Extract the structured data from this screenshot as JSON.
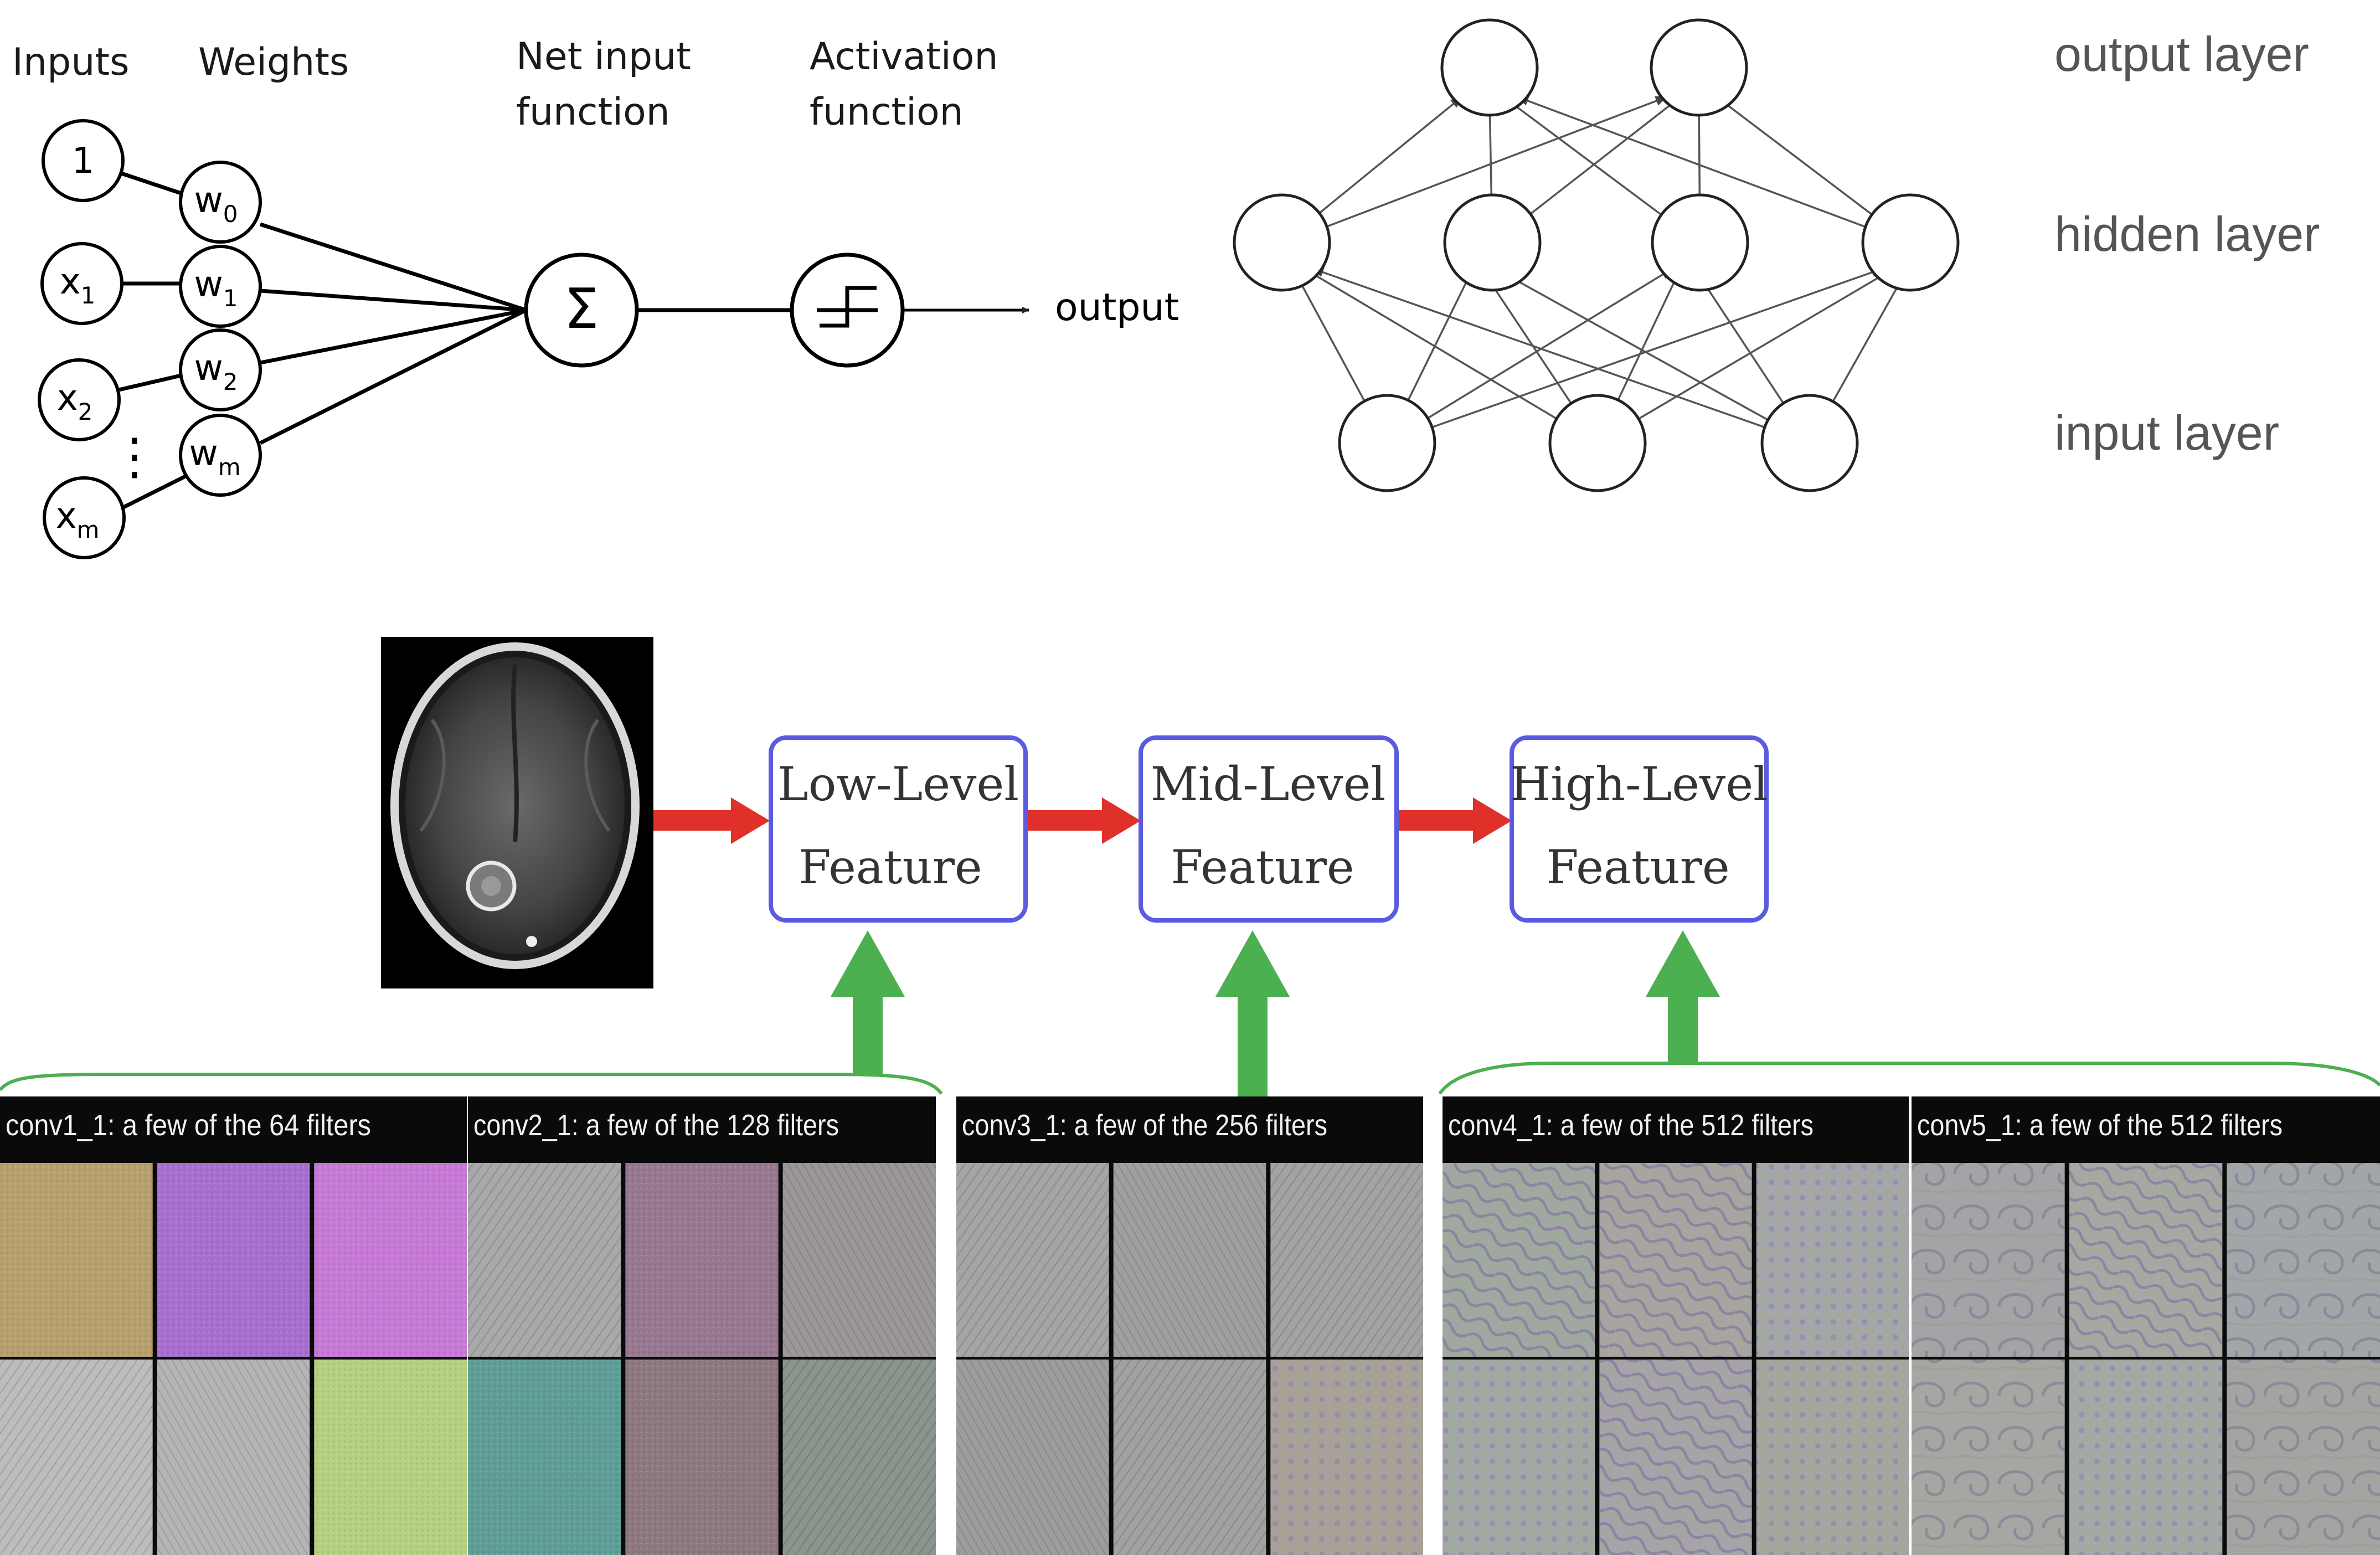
{
  "perceptron": {
    "header_inputs": "Inputs",
    "header_weights": "Weights",
    "header_net_1": "Net input",
    "header_net_2": "function",
    "header_act_1": "Activation",
    "header_act_2": "function",
    "inputs": [
      {
        "base": "1",
        "sub": ""
      },
      {
        "base": "x",
        "sub": "1"
      },
      {
        "base": "x",
        "sub": "2"
      },
      {
        "base": "x",
        "sub": "m"
      }
    ],
    "weights": [
      {
        "base": "w",
        "sub": "0"
      },
      {
        "base": "w",
        "sub": "1"
      },
      {
        "base": "w",
        "sub": "2"
      },
      {
        "base": "w",
        "sub": "m"
      }
    ],
    "ellipsis": "⋮",
    "sum_symbol": "Σ",
    "output_label": "output"
  },
  "network": {
    "output_layer": "output layer",
    "hidden_layer": "hidden layer",
    "input_layer": "input layer"
  },
  "features": {
    "low_1": "Low-Level",
    "low_2": "Feature",
    "mid_1": "Mid-Level",
    "mid_2": "Feature",
    "high_1": "High-Level",
    "high_2": "Feature",
    "border_color": "#5b5be0",
    "arrow_red": "#e0302a",
    "arrow_green": "#4caf50"
  },
  "filters": [
    {
      "label": "conv1_1: a few of the 64 filters",
      "colors": [
        "#b8a06e",
        "#a86ed0",
        "#c67ad6",
        "#bdbdbd",
        "#b5b5b5",
        "#b6cf80"
      ]
    },
    {
      "label": "conv2_1: a few of the 128 filters",
      "colors": [
        "#a9a9a9",
        "#987890",
        "#9c9898",
        "#5f9e96",
        "#8e7880",
        "#8c948e"
      ]
    },
    {
      "label": "conv3_1: a few of the 256 filters",
      "colors": [
        "#a5a5a5",
        "#a0a0a0",
        "#a3a3a3",
        "#9d9d9d",
        "#a2a2a2",
        "#a8a09a"
      ]
    },
    {
      "label": "conv4_1: a few of the 512 filters",
      "colors": [
        "#a0a8a2",
        "#a8a4a2",
        "#a4a6a8",
        "#a2a8a4",
        "#a6a4a8",
        "#a4a6a2"
      ]
    },
    {
      "label": "conv5_1: a few of the 512 filters",
      "colors": [
        "#a4a4a6",
        "#a6a8a4",
        "#a2a6a8",
        "#a8a6a2",
        "#a4a8a6",
        "#a6a4a2"
      ]
    }
  ]
}
